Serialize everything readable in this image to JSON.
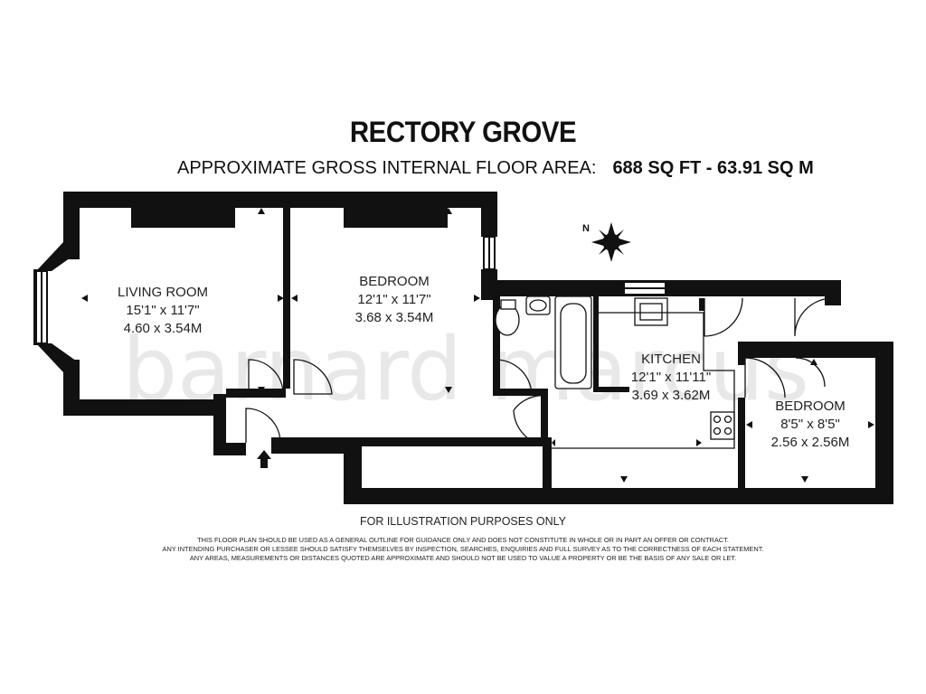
{
  "header": {
    "title": "RECTORY GROVE",
    "subtitle_label": "APPROXIMATE GROSS INTERNAL FLOOR AREA:",
    "subtitle_area": "688 SQ FT  -  63.91 SQ M"
  },
  "watermark": "barnard marcus",
  "compass": {
    "label": "N"
  },
  "rooms": [
    {
      "name": "LIVING ROOM",
      "imperial": "15'1\" x 11'7\"",
      "metric": "4.60 x 3.54M"
    },
    {
      "name": "BEDROOM",
      "imperial": "12'1\" x 11'7\"",
      "metric": "3.68 x 3.54M"
    },
    {
      "name": "KITCHEN",
      "imperial": "12'1\" x 11'11\"",
      "metric": "3.69 x 3.62M"
    },
    {
      "name": "BEDROOM",
      "imperial": "8'5\" x 8'5\"",
      "metric": "2.56 x 2.56M"
    }
  ],
  "footer": {
    "illustration_note": "FOR ILLUSTRATION PURPOSES ONLY",
    "disclaimer_1": "THIS FLOOR PLAN SHOULD BE USED AS A GENERAL OUTLINE FOR GUIDANCE ONLY AND DOES NOT CONSTITUTE IN WHOLE OR IN PART AN OFFER OR CONTRACT.",
    "disclaimer_2": "ANY INTENDING PURCHASER OR LESSEE SHOULD SATISFY THEMSELVES BY INSPECTION, SEARCHES, ENQUIRIES AND FULL SURVEY AS TO THE CORRECTNESS OF EACH STATEMENT.",
    "disclaimer_3": "ANY AREAS, MEASUREMENTS OR DISTANCES QUOTED ARE APPROXIMATE AND SHOULD NOT BE USED TO VALUE A PROPERTY OR BE THE BASIS OF ANY SALE OR LET."
  },
  "colors": {
    "wall": "#111111",
    "watermark": "#e6e6e6",
    "text": "#222222"
  }
}
